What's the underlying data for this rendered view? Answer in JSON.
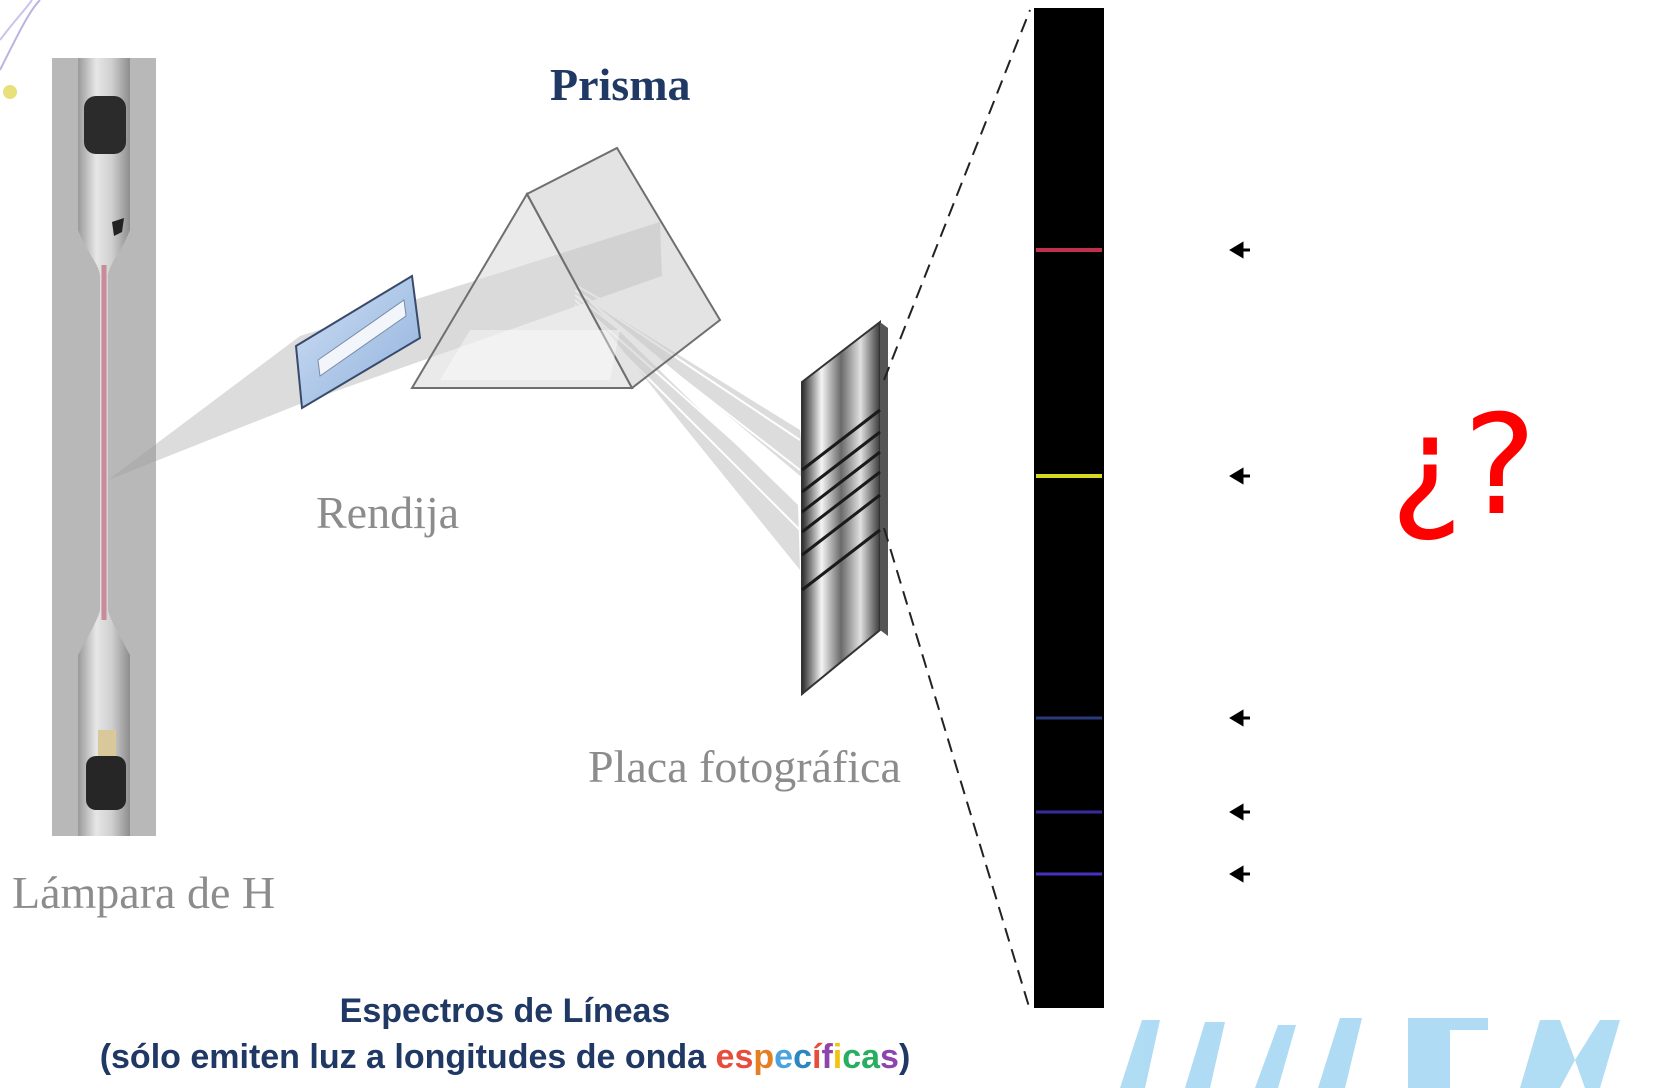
{
  "labels": {
    "prism": "Prisma",
    "slit": "Rendija",
    "plate": "Placa fotográfica",
    "lamp": "Lámpara de H",
    "question": "¿?"
  },
  "caption": {
    "title": "Espectros de Líneas",
    "line2_prefix": "(sólo emiten luz a longitudes de onda ",
    "line2_colored": [
      {
        "text": "es",
        "color": "#e74c3c"
      },
      {
        "text": "p",
        "color": "#e67e22"
      },
      {
        "text": "e",
        "color": "#4aa3df"
      },
      {
        "text": "c",
        "color": "#2e86c1"
      },
      {
        "text": "í",
        "color": "#e74c3c"
      },
      {
        "text": "f",
        "color": "#8e44ad"
      },
      {
        "text": "i",
        "color": "#f1c40f"
      },
      {
        "text": "ca",
        "color": "#27ae60"
      },
      {
        "text": "s",
        "color": "#8e44ad"
      }
    ],
    "line2_suffix": ")"
  },
  "spectrum_lines": [
    {
      "color": "#c0304a",
      "label": "red"
    },
    {
      "color": "#d8d820",
      "label": "yellow"
    },
    {
      "color": "#2a3a7a",
      "label": "blue-1"
    },
    {
      "color": "#3a2aa0",
      "label": "blue-2"
    },
    {
      "color": "#4a30c0",
      "label": "violet"
    }
  ],
  "colors": {
    "title_blue": "#1f3864",
    "label_gray": "#8c8c8c",
    "question_red": "#ff0000"
  }
}
